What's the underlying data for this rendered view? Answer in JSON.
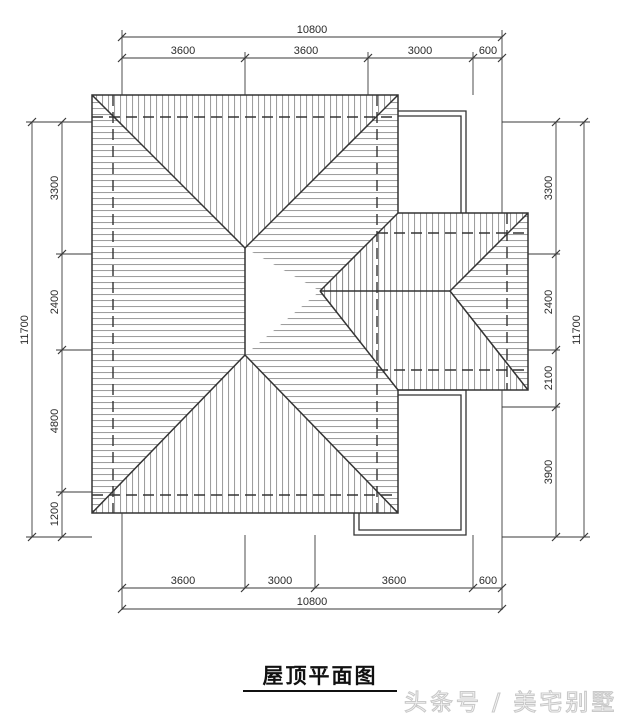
{
  "drawing": {
    "title": "屋顶平面图",
    "watermark": "头条号 / 美宅别墅",
    "line_color": "#333333",
    "hatch_color": "#8c8c8c",
    "dim_color": "#3a3a3a"
  },
  "dimensions": {
    "top": {
      "overall": "10800",
      "segments": [
        "3600",
        "3600",
        "3000",
        "600"
      ]
    },
    "bottom": {
      "overall": "10800",
      "segments": [
        "3600",
        "3000",
        "3600",
        "600"
      ]
    },
    "left": {
      "overall": "11700",
      "segments": [
        "3300",
        "2400",
        "4800",
        "1200"
      ]
    },
    "right": {
      "overall": "11700",
      "segments": [
        "3300",
        "2400",
        "2100",
        "3900"
      ]
    }
  }
}
